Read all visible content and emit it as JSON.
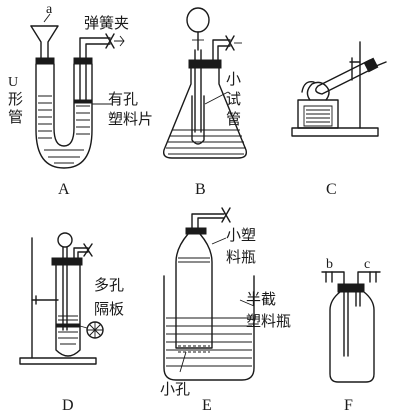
{
  "apparatus": {
    "A": {
      "letter": "A",
      "label_a": "a",
      "clamp": "弹簧夹",
      "u_tube_1": "U",
      "u_tube_2": "形",
      "u_tube_3": "管",
      "plate_1": "有孔",
      "plate_2": "塑料片"
    },
    "B": {
      "letter": "B",
      "tube_1": "小",
      "tube_2": "试",
      "tube_3": "管"
    },
    "C": {
      "letter": "C"
    },
    "D": {
      "letter": "D",
      "board_1": "多孔",
      "board_2": "隔板"
    },
    "E": {
      "letter": "E",
      "bottle_1": "小塑",
      "bottle_2": "料瓶",
      "half_1": "半截",
      "half_2": "塑料瓶",
      "hole": "小孔"
    },
    "F": {
      "letter": "F",
      "port_b": "b",
      "port_c": "c"
    }
  }
}
